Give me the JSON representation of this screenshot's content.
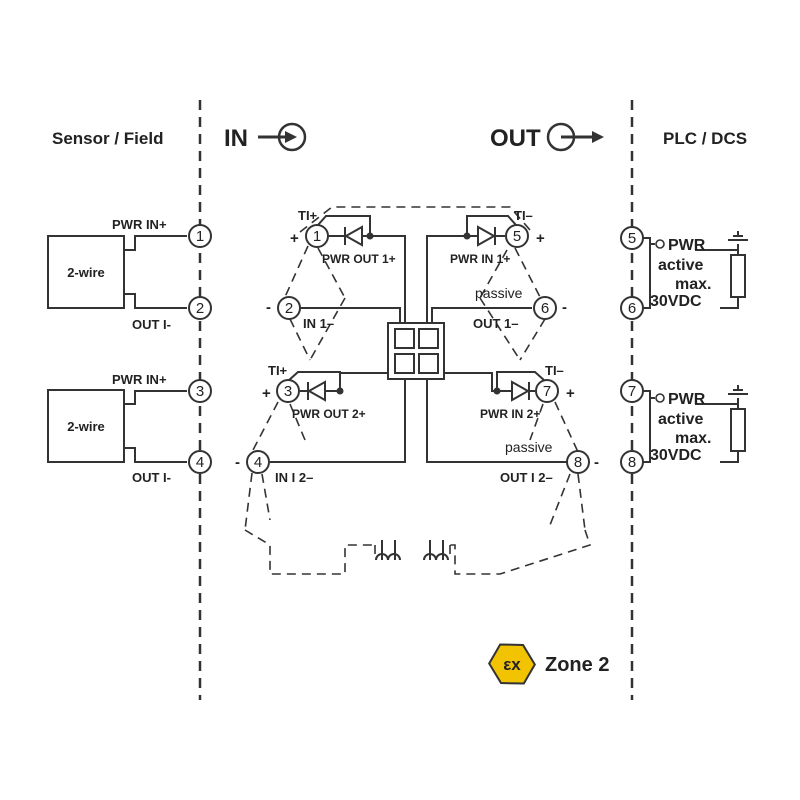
{
  "headers": {
    "left": "Sensor / Field",
    "in": "IN",
    "out": "OUT",
    "right": "PLC / DCS"
  },
  "sensors": [
    {
      "box_label": "2-wire",
      "pwr_label": "PWR IN+",
      "out_label": "OUT I-"
    },
    {
      "box_label": "2-wire",
      "pwr_label": "PWR IN+",
      "out_label": "OUT I-"
    }
  ],
  "terminals": {
    "left": [
      "1",
      "2",
      "3",
      "4"
    ],
    "right": [
      "5",
      "6",
      "7",
      "8"
    ],
    "inner": [
      "1",
      "2",
      "3",
      "4",
      "5",
      "6",
      "7",
      "8"
    ]
  },
  "channel1": {
    "ti_plus": "TI+",
    "ti_minus": "TI–",
    "pwr_out": "PWR OUT 1+",
    "pwr_in": "PWR IN 1+",
    "in_label": "IN 1–",
    "out_label": "OUT 1–",
    "passive": "passive"
  },
  "channel2": {
    "ti_plus": "TI+",
    "ti_minus": "TI–",
    "pwr_out": "PWR OUT 2+",
    "pwr_in": "PWR IN 2+",
    "in_label": "IN I 2–",
    "out_label": "OUT I 2–",
    "passive": "passive"
  },
  "plc": [
    {
      "pwr": "PWR",
      "active": "active",
      "max": "max.",
      "volt": "30VDC"
    },
    {
      "pwr": "PWR",
      "active": "active",
      "max": "max.",
      "volt": "30VDC"
    }
  ],
  "symbols": {
    "plus": "+",
    "minus": "-"
  },
  "zone": {
    "symbol": "εx",
    "label": "Zone 2",
    "badge_color": "#f2c300"
  }
}
